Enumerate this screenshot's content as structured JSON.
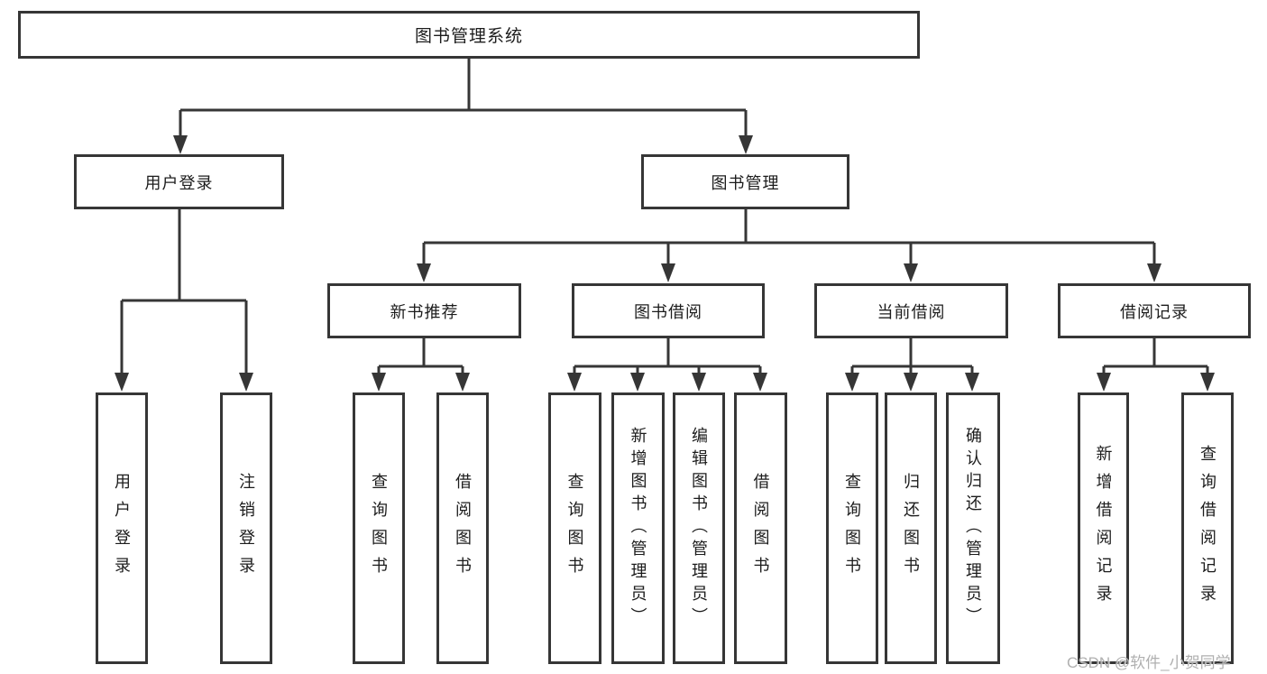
{
  "tree": {
    "label": "图书管理系统",
    "children": [
      {
        "label": "用户登录",
        "children": [
          {
            "label": "用户登录"
          },
          {
            "label": "注销登录"
          }
        ]
      },
      {
        "label": "图书管理",
        "children": [
          {
            "label": "新书推荐",
            "children": [
              {
                "label": "查询图书"
              },
              {
                "label": "借阅图书"
              }
            ]
          },
          {
            "label": "图书借阅",
            "children": [
              {
                "label": "查询图书"
              },
              {
                "label": "新增图书（管理员）"
              },
              {
                "label": "编辑图书（管理员）"
              },
              {
                "label": "借阅图书"
              }
            ]
          },
          {
            "label": "当前借阅",
            "children": [
              {
                "label": "查询图书"
              },
              {
                "label": "归还图书"
              },
              {
                "label": "确认归还（管理员）"
              }
            ]
          },
          {
            "label": "借阅记录",
            "children": [
              {
                "label": "新增借阅记录"
              },
              {
                "label": "查询借阅记录"
              }
            ]
          }
        ]
      }
    ]
  },
  "watermark": {
    "text": "CSDN @软件_小贺同学"
  },
  "colors": {
    "line": "#363636",
    "node_border": "#363636",
    "node_text": "#1c1c1c",
    "background": "#ffffff",
    "watermark_text": "#b0b0b0"
  }
}
